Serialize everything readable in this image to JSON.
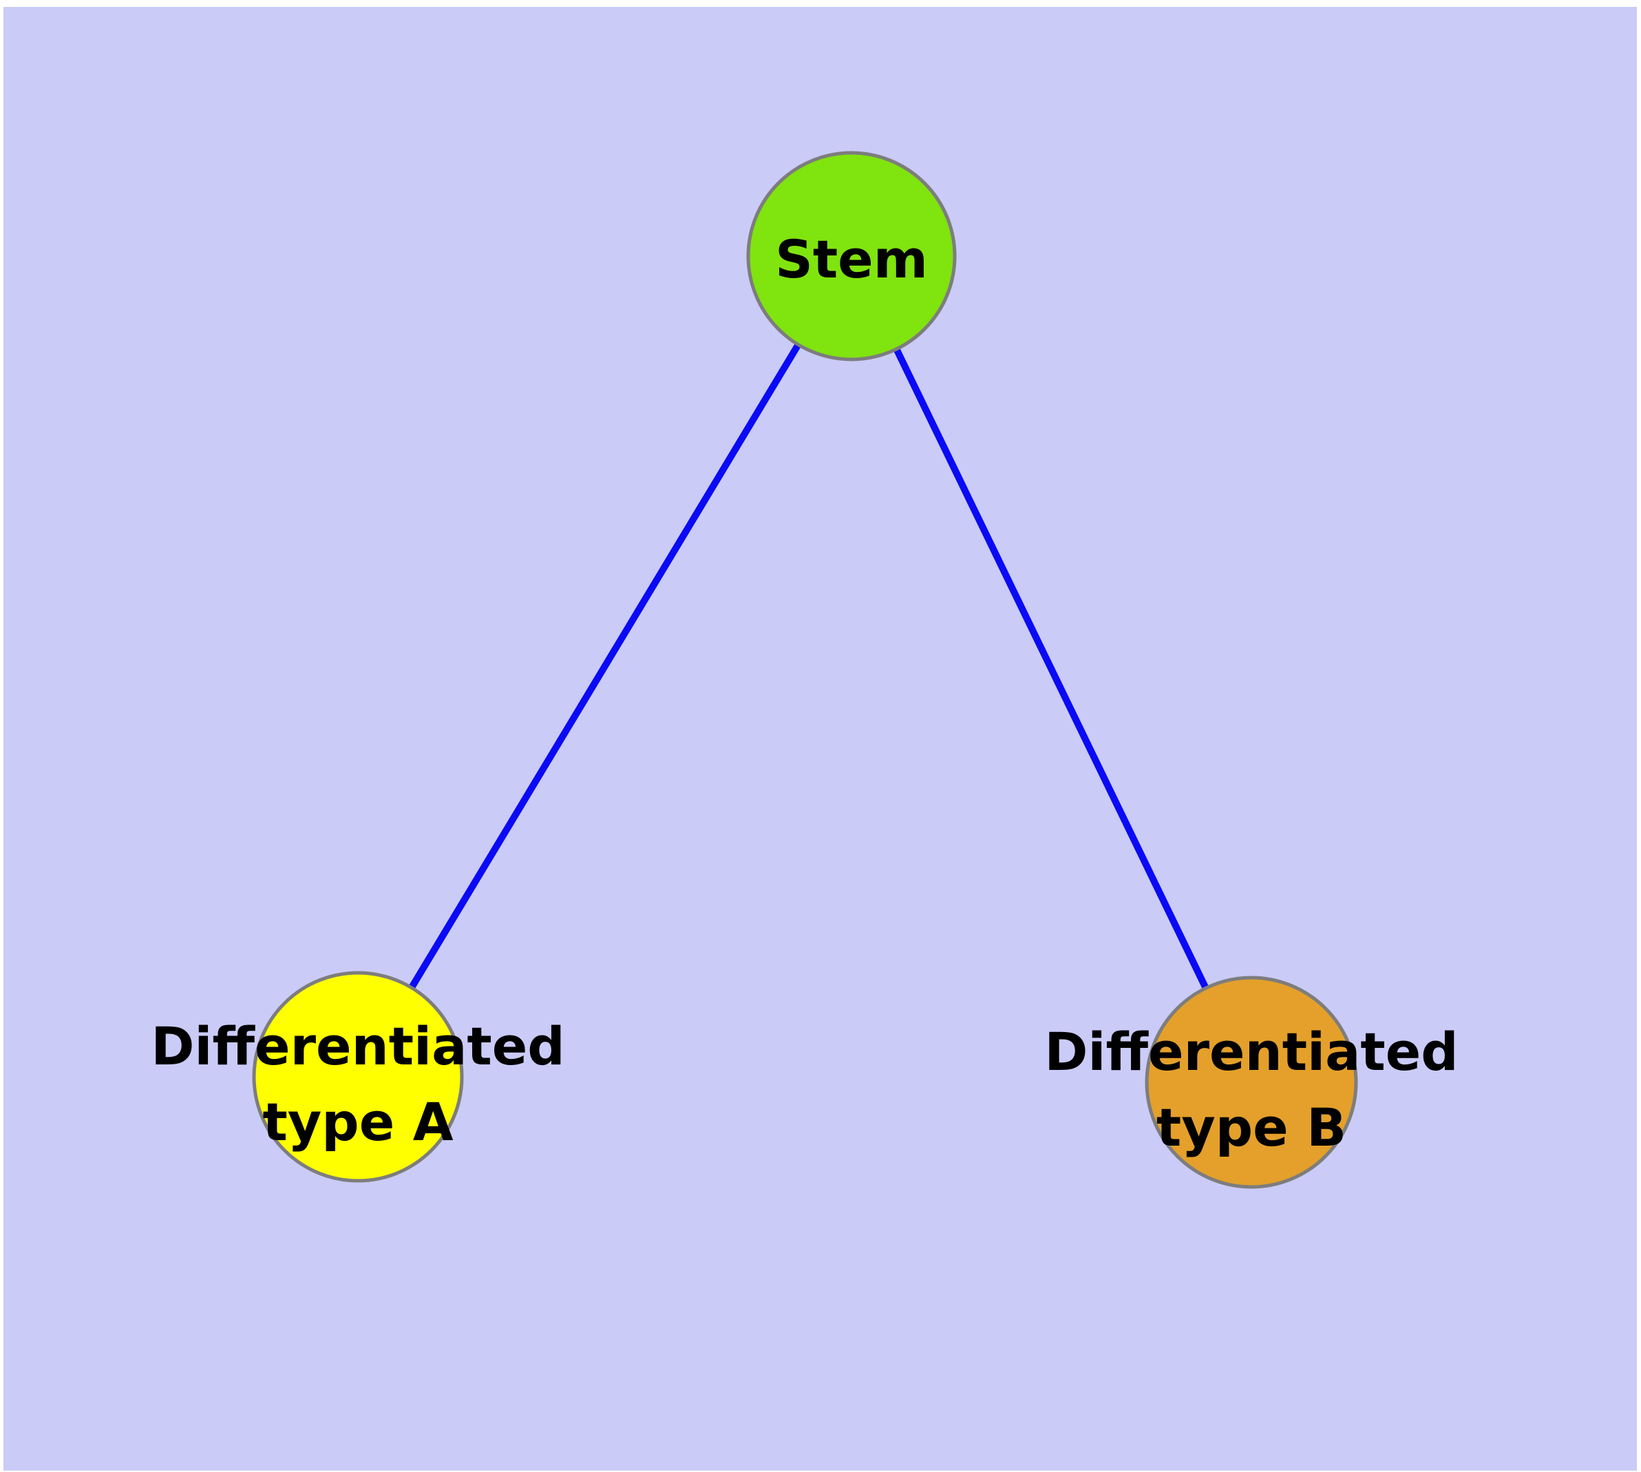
{
  "canvas": {
    "margin_color": "#ffffff",
    "background_color": "#cbcbf8"
  },
  "diagram": {
    "type": "node-link-graph",
    "edge_color": "#0a0af5",
    "node_border_color": "#7d7d7d",
    "label_color": "#000000",
    "nodes": [
      {
        "id": "stem",
        "label": "Stem",
        "fill": "#80e40e"
      },
      {
        "id": "differentiated-type-a",
        "label_line1": "Differentiated",
        "label_line2": "type A",
        "fill": "#ffff00"
      },
      {
        "id": "differentiated-type-b",
        "label_line1": "Differentiated",
        "label_line2": "type B",
        "fill": "#e4a02a"
      }
    ],
    "edges": [
      {
        "from": "Stem",
        "to": "Differentiated type A"
      },
      {
        "from": "Stem",
        "to": "Differentiated type B"
      }
    ]
  }
}
